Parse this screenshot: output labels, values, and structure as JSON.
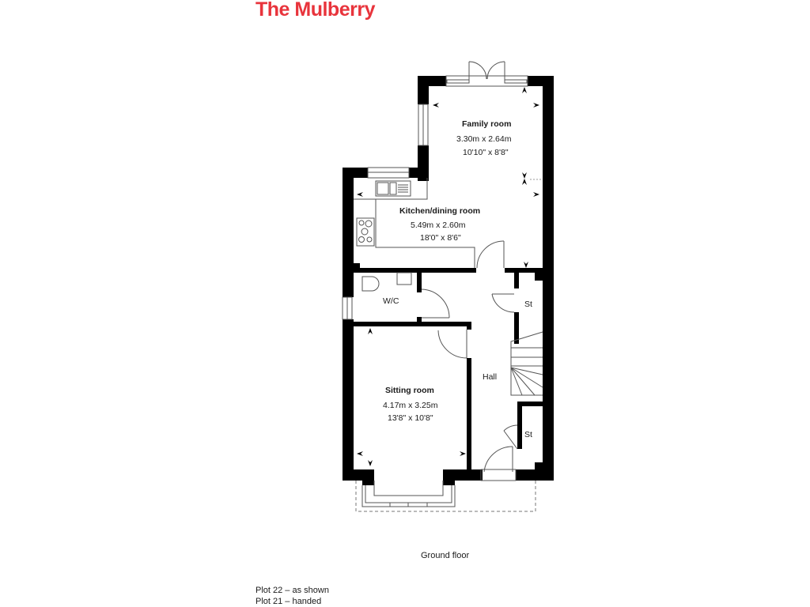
{
  "header": {
    "title": "The Mulberry",
    "accent_color": "#e8343c"
  },
  "plan": {
    "floor_label": "Ground floor",
    "rooms": [
      {
        "name": "Family room",
        "metric": "3.30m x 2.64m",
        "imperial": "10'10\" x 8'8\""
      },
      {
        "name": "Kitchen/dining room",
        "metric": "5.49m x 2.60m",
        "imperial": "18'0\" x 8'6\""
      },
      {
        "name": "W/C"
      },
      {
        "name": "St"
      },
      {
        "name": "Hall"
      },
      {
        "name": "Sitting room",
        "metric": "4.17m x 3.25m",
        "imperial": "13'8\" x 10'8\""
      },
      {
        "name": "St"
      }
    ],
    "wall_color": "#000000",
    "line_color": "#555555"
  },
  "notes": [
    "Plot 22 – as shown",
    "Plot 21 – handed"
  ]
}
